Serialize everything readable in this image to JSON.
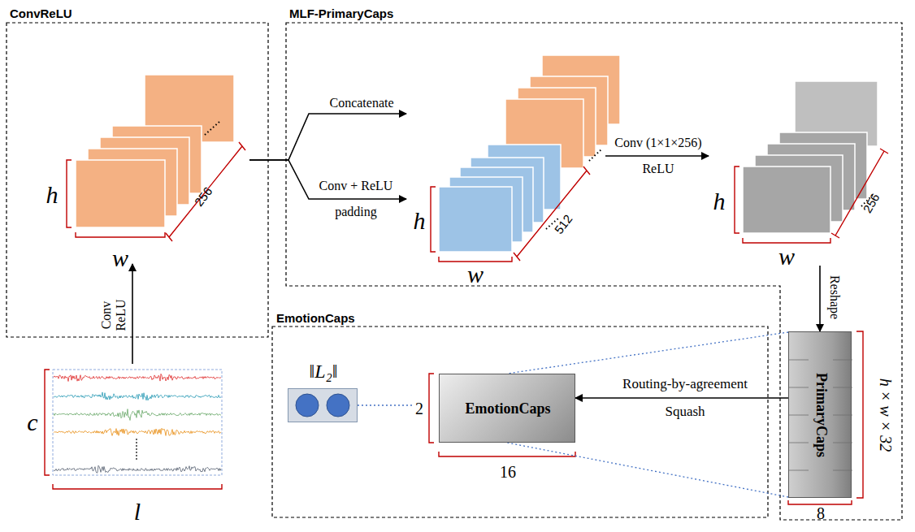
{
  "diagram": {
    "nodes": [
      {
        "text": [
          "ConvReLU"
        ]
      },
      {
        "text": [
          "h",
          "w",
          "256"
        ],
        "in": 0
      },
      {
        "text": [
          "MLF-PrimaryCaps"
        ]
      },
      {
        "text": [
          "h",
          "w",
          "512"
        ],
        "in": 2
      },
      {
        "text": [
          "h",
          "w",
          "256"
        ],
        "in": 2
      },
      {
        "text": [
          "PrimaryCaps",
          "h × w × 32",
          "8"
        ],
        "in": 2
      },
      {
        "text": [
          "c",
          "l"
        ]
      },
      {
        "text": [
          "EmotionCaps"
        ]
      },
      {
        "text": [
          "EmotionCaps",
          "2",
          "16"
        ],
        "in": 7
      },
      {
        "text": [
          "‖L₂‖"
        ],
        "in": 7
      }
    ],
    "edges": [
      {
        "from": 6,
        "to": 1,
        "arrow": "to",
        "label": "Conv ReLU"
      },
      {
        "from": 1,
        "to": 3,
        "arrow": "to",
        "label": "Concatenate"
      },
      {
        "from": 1,
        "to": 3,
        "arrow": "to",
        "label": "Conv + ReLU padding"
      },
      {
        "from": 3,
        "to": 4,
        "arrow": "to",
        "label": "Conv (1×1×256) ReLU"
      },
      {
        "from": 4,
        "to": 5,
        "arrow": "to",
        "label": "Reshape"
      },
      {
        "from": 5,
        "to": 8,
        "arrow": "to",
        "label": "Routing-by-agreement Squash"
      },
      {
        "from": 5,
        "to": 8,
        "arrow": "none"
      },
      {
        "from": 5,
        "to": 8,
        "arrow": "none"
      },
      {
        "from": 8,
        "to": 9,
        "arrow": "none"
      }
    ]
  }
}
